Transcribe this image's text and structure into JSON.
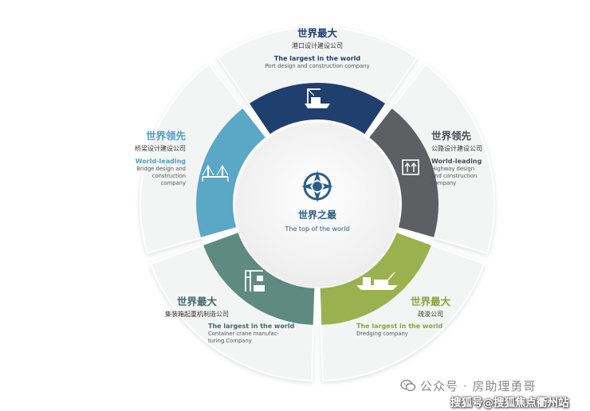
{
  "center": {
    "title_cn": "世界之最",
    "title_en": "The top of the world",
    "color": "#2b5f86"
  },
  "segments": [
    {
      "key": "port",
      "icon": "ship-crane-icon",
      "ring_color": "#1f3f6e",
      "text_color": "#1f3f6e",
      "title_cn": "世界最大",
      "sub_cn": "港口设计建设公司",
      "title_en": "The largest in the world",
      "sub_en": [
        "Port design and construction company"
      ]
    },
    {
      "key": "highway",
      "icon": "highway-sign-icon",
      "ring_color": "#5d5f62",
      "text_color": "#4a4c4f",
      "title_cn": "世界领先",
      "sub_cn": "公路设计建设公司",
      "title_en": "World-leading",
      "sub_en": [
        "Highway design",
        "and construction",
        "company"
      ]
    },
    {
      "key": "dredging",
      "icon": "dredging-ship-icon",
      "ring_color": "#9bb14f",
      "text_color": "#8aa13e",
      "title_cn": "世界最大",
      "sub_cn": "疏浚公司",
      "title_en": "The largest in the world",
      "sub_en": [
        "Dredging company"
      ]
    },
    {
      "key": "crane",
      "icon": "container-crane-icon",
      "ring_color": "#5f8a80",
      "text_color": "#3f6b63",
      "title_cn": "世界最大",
      "sub_cn": "集装箱起重机制造公司",
      "title_en": "The largest in the world",
      "sub_en": [
        "Container crane manufac-",
        "turing Company"
      ]
    },
    {
      "key": "bridge",
      "icon": "bridge-icon",
      "ring_color": "#5aa7c6",
      "text_color": "#4f9fc0",
      "title_cn": "世界领先",
      "sub_cn": "桥梁设计建设公司",
      "title_en": "World-leading",
      "sub_en": [
        "Bridge design and",
        "construction",
        "company"
      ]
    }
  ],
  "watermark": {
    "line1_a": "公众号",
    "line1_dot": "·",
    "line1_b": "房助理勇哥",
    "line2": "搜狐号@搜狐焦点衢州站"
  }
}
